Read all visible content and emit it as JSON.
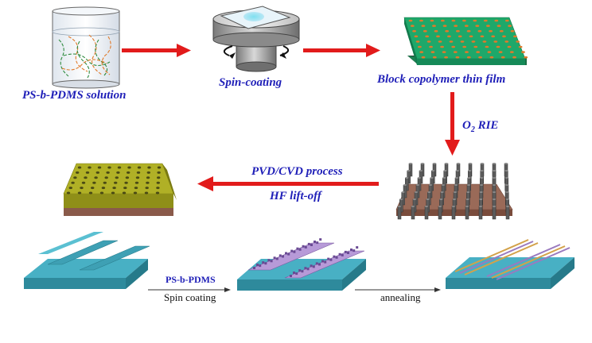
{
  "labels": {
    "solution": "PS-b-PDMS solution",
    "spin_coating": "Spin-coating",
    "thin_film": "Block copolymer thin film",
    "o2_rie_o": "O",
    "o2_rie_sub": "2",
    "o2_rie_rest": " RIE",
    "pvd_cvd": "PVD/CVD process",
    "hf_liftoff": "HF lift-off",
    "bottom_material": "PS-b-PDMS",
    "bottom_spin": "Spin coating",
    "bottom_anneal": "annealing"
  },
  "colors": {
    "label_blue": "#1f1fb8",
    "arrow_red": "#e21b1b",
    "film_green": "#1ea86a",
    "dot_orange": "#e07a2a",
    "pillar_gray": "#6a6a6a",
    "substrate_brown": "#8a5a4a",
    "olive_film": "#a8a81e",
    "teal_substrate": "#3aa6b8",
    "purple_polymer": "#9a7abf"
  }
}
